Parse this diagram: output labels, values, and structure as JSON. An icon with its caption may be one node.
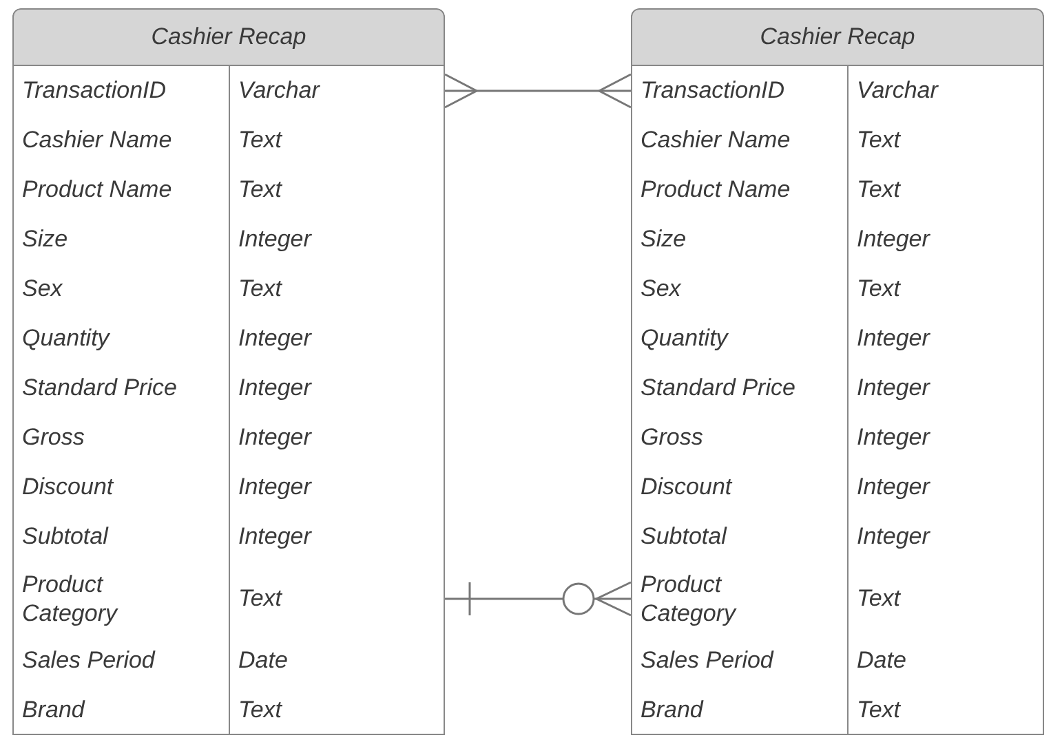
{
  "diagram": {
    "nodes": [
      {
        "text": [
          "Cashier Recap"
        ]
      },
      {
        "text": [
          "TransactionID",
          "Varchar"
        ],
        "in": 0
      },
      {
        "text": [
          "Cashier Name",
          "Text"
        ],
        "in": 0
      },
      {
        "text": [
          "Product Name",
          "Text"
        ],
        "in": 0
      },
      {
        "text": [
          "Size",
          "Integer"
        ],
        "in": 0
      },
      {
        "text": [
          "Sex",
          "Text"
        ],
        "in": 0
      },
      {
        "text": [
          "Quantity",
          "Integer"
        ],
        "in": 0
      },
      {
        "text": [
          "Standard Price",
          "Integer"
        ],
        "in": 0
      },
      {
        "text": [
          "Gross",
          "Integer"
        ],
        "in": 0
      },
      {
        "text": [
          "Discount",
          "Integer"
        ],
        "in": 0
      },
      {
        "text": [
          "Subtotal",
          "Integer"
        ],
        "in": 0
      },
      {
        "text": [
          "Product Category",
          "Text"
        ],
        "in": 0
      },
      {
        "text": [
          "Sales Period",
          "Date"
        ],
        "in": 0
      },
      {
        "text": [
          "Brand",
          "Text"
        ],
        "in": 0
      },
      {
        "text": [
          "Cashier Recap"
        ]
      },
      {
        "text": [
          "TransactionID",
          "Varchar"
        ],
        "in": 14
      },
      {
        "text": [
          "Cashier Name",
          "Text"
        ],
        "in": 14
      },
      {
        "text": [
          "Product Name",
          "Text"
        ],
        "in": 14
      },
      {
        "text": [
          "Size",
          "Integer"
        ],
        "in": 14
      },
      {
        "text": [
          "Sex",
          "Text"
        ],
        "in": 14
      },
      {
        "text": [
          "Quantity",
          "Integer"
        ],
        "in": 14
      },
      {
        "text": [
          "Standard Price",
          "Integer"
        ],
        "in": 14
      },
      {
        "text": [
          "Gross",
          "Integer"
        ],
        "in": 14
      },
      {
        "text": [
          "Discount",
          "Integer"
        ],
        "in": 14
      },
      {
        "text": [
          "Subtotal",
          "Integer"
        ],
        "in": 14
      },
      {
        "text": [
          "Product Category",
          "Text"
        ],
        "in": 14
      },
      {
        "text": [
          "Sales Period",
          "Date"
        ],
        "in": 14
      },
      {
        "text": [
          "Brand",
          "Text"
        ],
        "in": 14
      }
    ],
    "edges": [
      {
        "from": 1,
        "to": 15,
        "arrow": "other"
      },
      {
        "from": 11,
        "to": 25,
        "arrow": "other"
      }
    ]
  }
}
